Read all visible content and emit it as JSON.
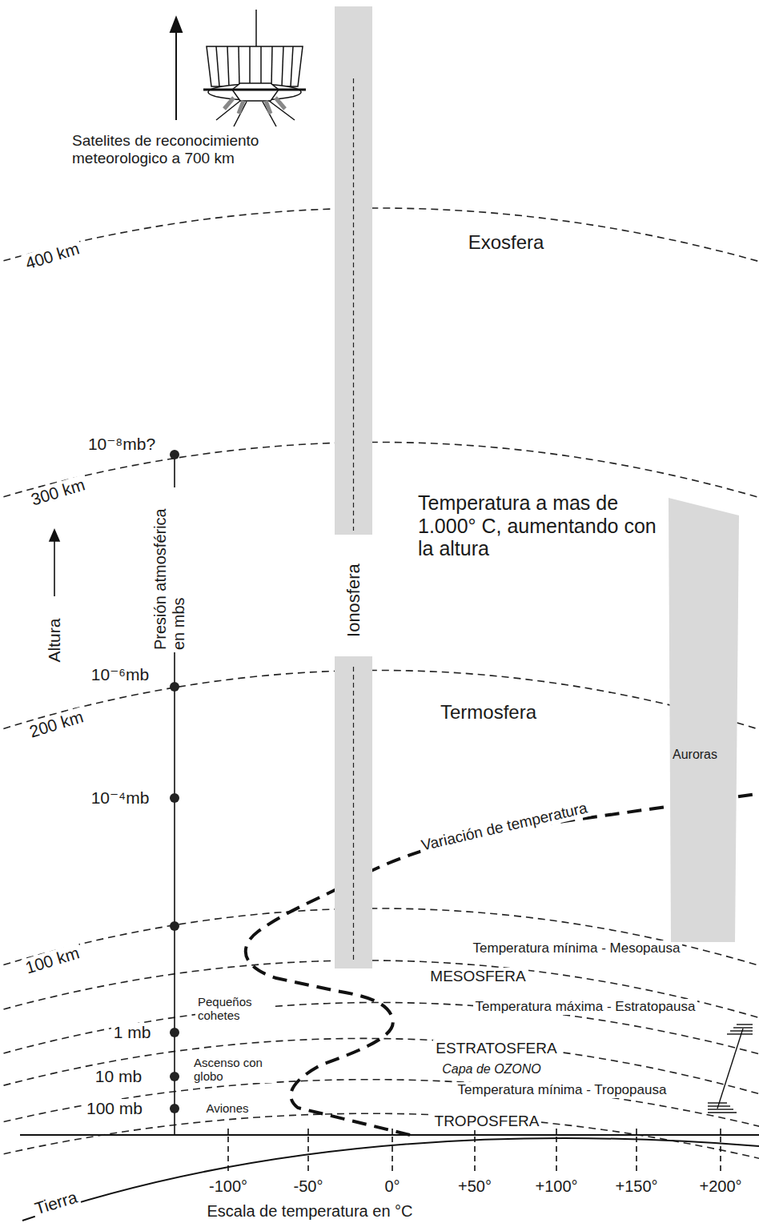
{
  "diagram": {
    "nodes": [
      {
        "text": [
          "Ionosfera"
        ]
      },
      {
        "text": [
          "Auroras"
        ]
      }
    ],
    "labels": [
      "Satelites de reconocimiento meteorologico a 700 km",
      "Exosfera",
      "400 km",
      "10⁻⁸mb?",
      "300 km",
      "Temperatura a mas de 1.000° C, aumentando con la altura",
      "Presión atmosférica en mbs",
      "Altura",
      "10⁻⁶mb",
      "200 km",
      "Termosfera",
      "10⁻⁴mb",
      "Variación de temperatura",
      "100 km",
      "Temperatura mínima - Mesopausa",
      "MESOSFERA",
      "Pequeños cohetes",
      "Temperatura máxima - Estratopausa",
      "1 mb",
      "ESTRATOSFERA",
      "Capa de OZONO",
      "10 mb",
      "Ascenso con globo",
      "Temperatura mínima - Tropopausa",
      "100 mb",
      "Aviones",
      "TROPOSFERA",
      "Tierra",
      "-100°",
      "-50°",
      "0°",
      "+50°",
      "+100°",
      "+150°",
      "+200°",
      "Escala de temperatura en °C"
    ]
  }
}
